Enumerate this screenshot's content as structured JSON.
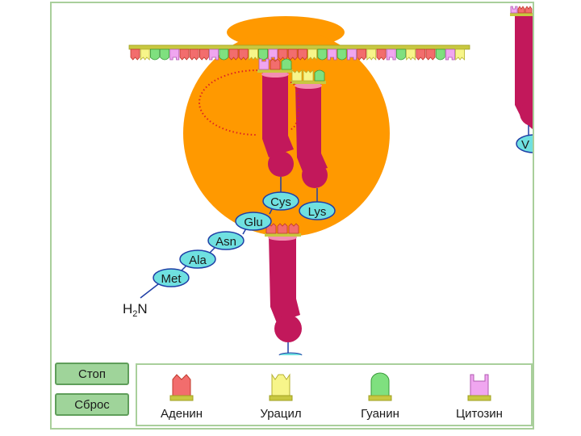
{
  "controls": {
    "stop_label": "Стоп",
    "reset_label": "Сброс"
  },
  "peptide": {
    "terminus_label": "H",
    "terminus_subscript": "2",
    "terminus_suffix": "N",
    "chain": [
      "Met",
      "Ala",
      "Asn",
      "Glu",
      "Cys"
    ],
    "incoming": "Lys",
    "offscreen_partial": "V"
  },
  "legend": [
    {
      "name": "adenine",
      "label": "Аденин",
      "color": "#f26d6d"
    },
    {
      "name": "uracil",
      "label": "Урацил",
      "color": "#f7f58a"
    },
    {
      "name": "guanine",
      "label": "Гуанин",
      "color": "#7fe07f"
    },
    {
      "name": "cytosine",
      "label": "Цитозин",
      "color": "#f0a6f0"
    }
  ],
  "colors": {
    "ribosome": "#ff9900",
    "trna": "#c2185b",
    "amino_acid": "#6fe0e0",
    "mrna_backbone": "#c8c840",
    "frame": "#a9cf9b"
  }
}
